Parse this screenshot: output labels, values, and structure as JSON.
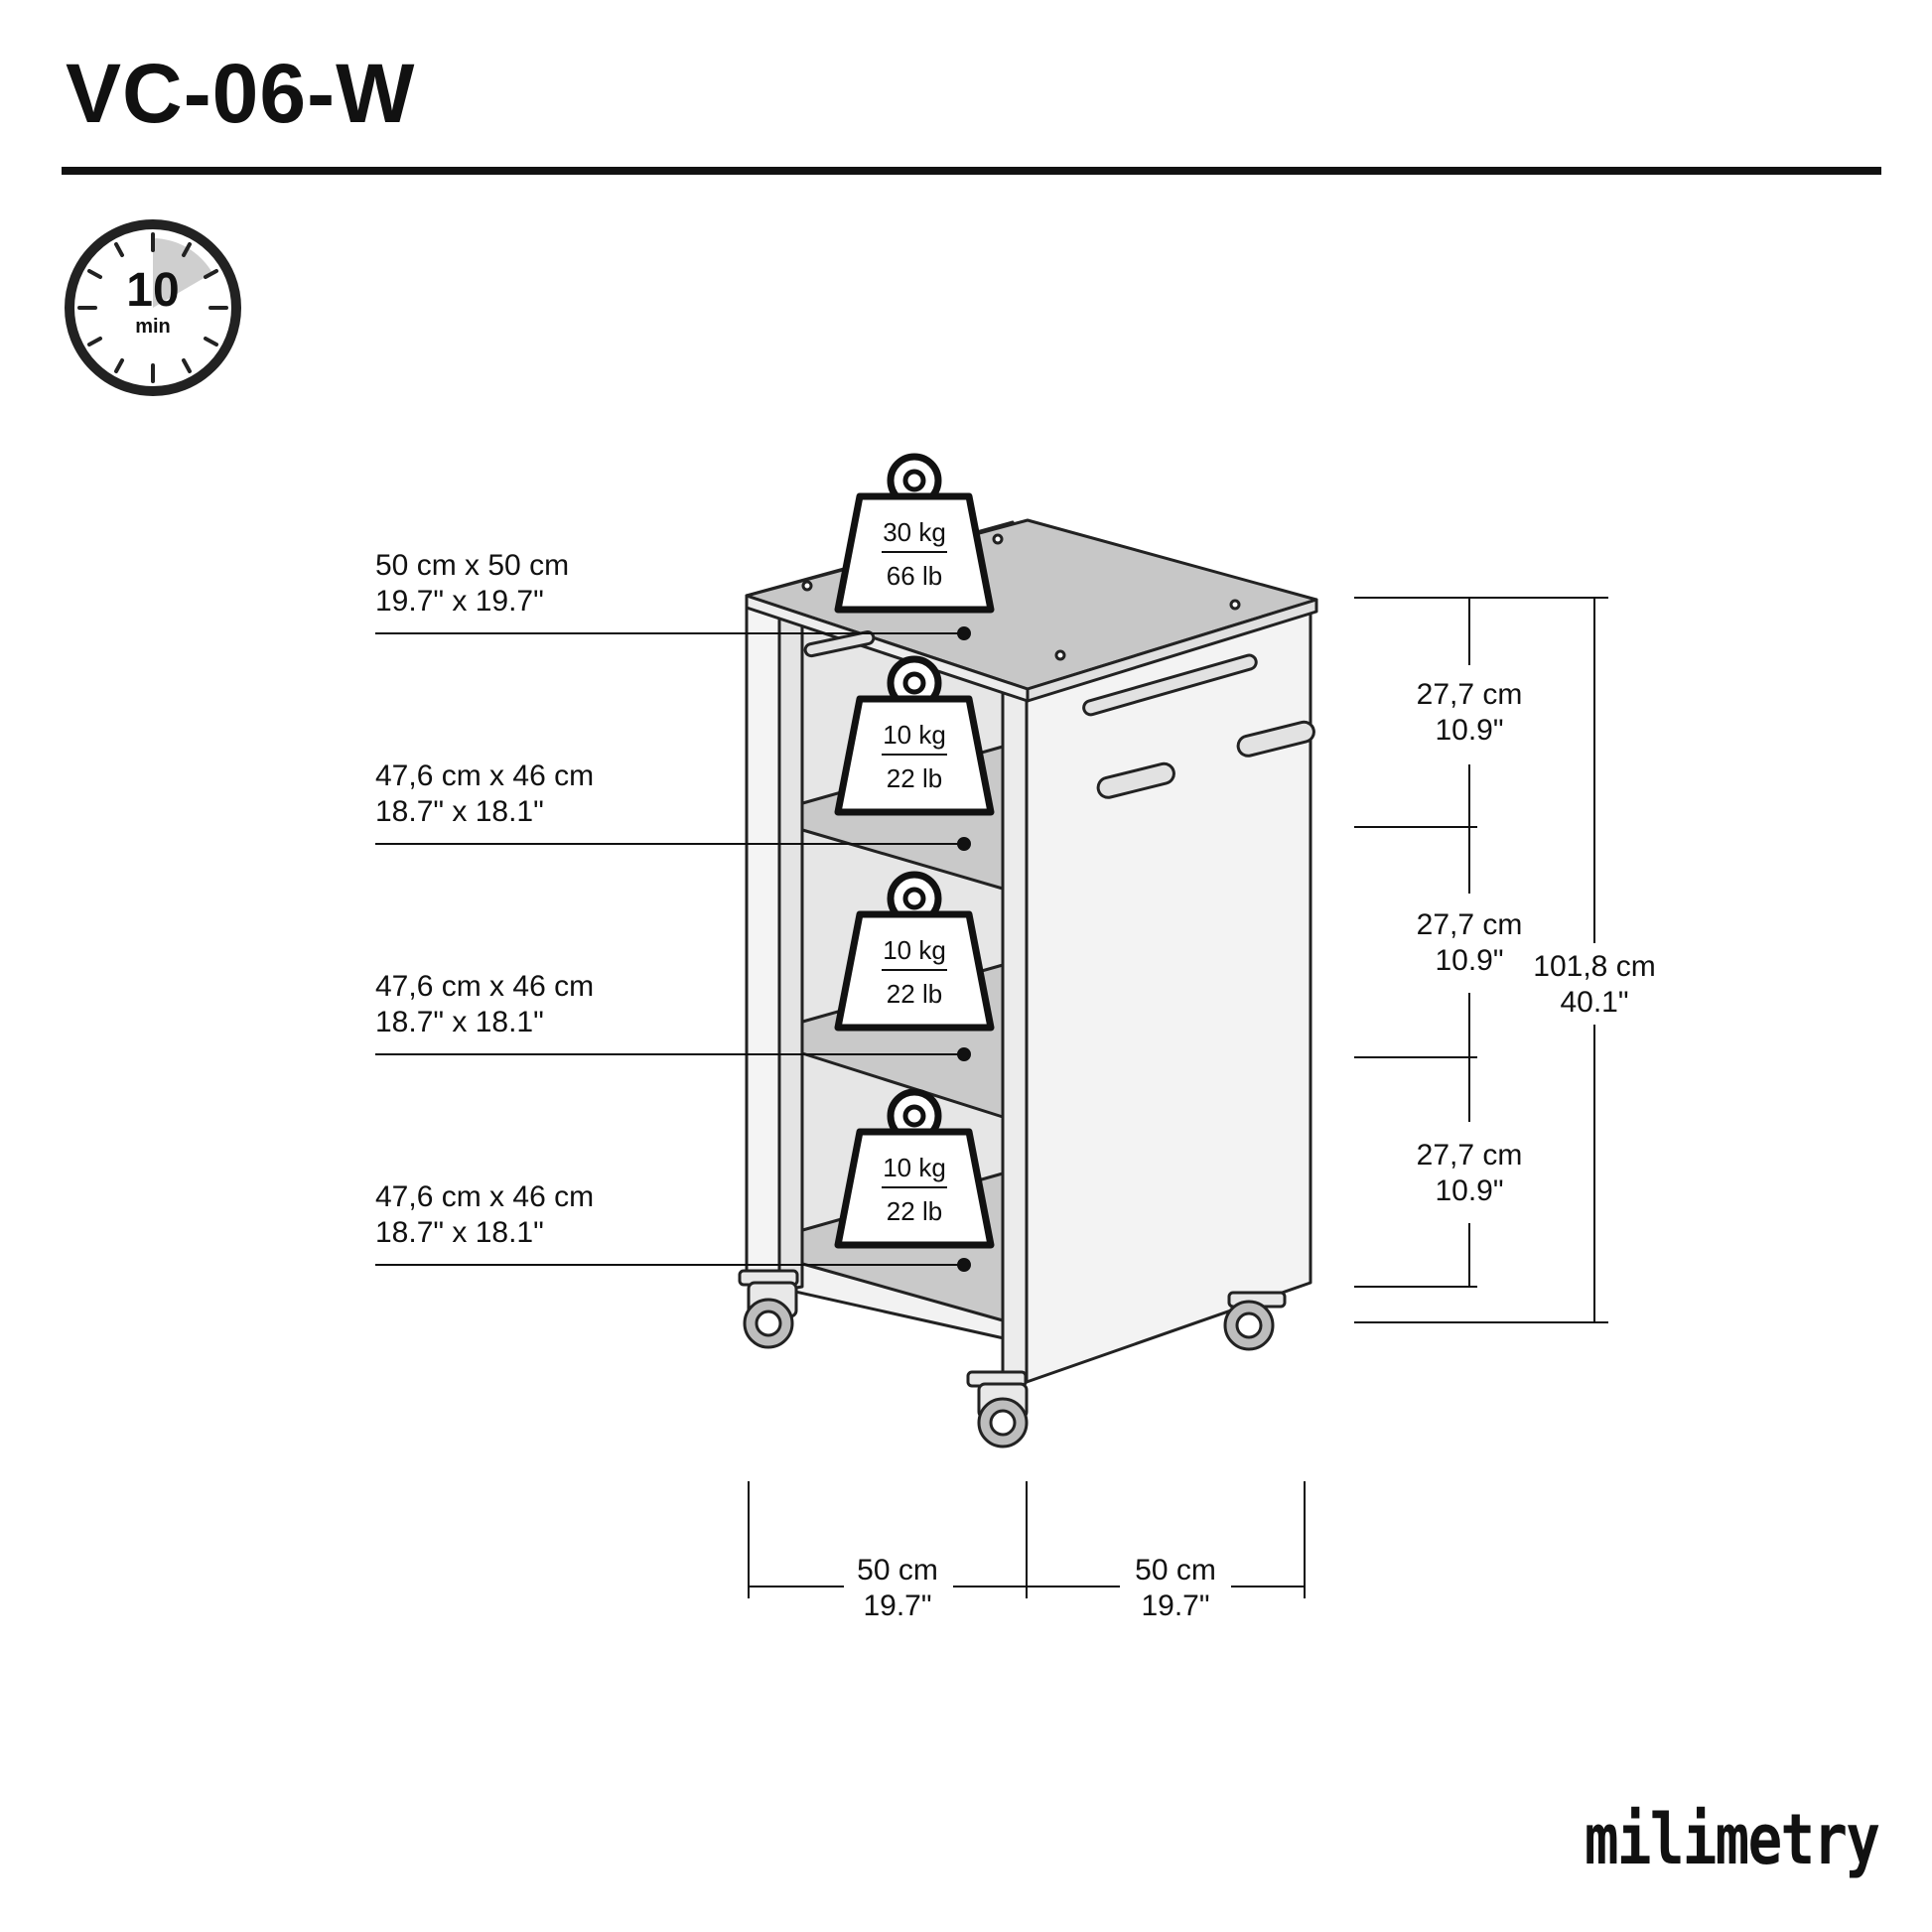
{
  "header": {
    "title": "VC-06-W"
  },
  "timer": {
    "value": "10",
    "unit": "min"
  },
  "weights": [
    {
      "kg": "30 kg",
      "lb": "66 lb"
    },
    {
      "kg": "10 kg",
      "lb": "22 lb"
    },
    {
      "kg": "10 kg",
      "lb": "22 lb"
    },
    {
      "kg": "10 kg",
      "lb": "22 lb"
    }
  ],
  "surfaces": [
    {
      "metric": "50 cm x 50 cm",
      "imperial": "19.7\" x 19.7\""
    },
    {
      "metric": "47,6 cm x 46 cm",
      "imperial": "18.7\" x 18.1\""
    },
    {
      "metric": "47,6 cm x 46 cm",
      "imperial": "18.7\" x 18.1\""
    },
    {
      "metric": "47,6 cm x 46 cm",
      "imperial": "18.7\" x 18.1\""
    }
  ],
  "heights": [
    {
      "metric": "27,7 cm",
      "imperial": "10.9\""
    },
    {
      "metric": "27,7 cm",
      "imperial": "10.9\""
    },
    {
      "metric": "27,7 cm",
      "imperial": "10.9\""
    }
  ],
  "total_height": {
    "metric": "101,8 cm",
    "imperial": "40.1\""
  },
  "widths": [
    {
      "metric": "50 cm",
      "imperial": "19.7\""
    },
    {
      "metric": "50 cm",
      "imperial": "19.7\""
    }
  ],
  "brand": {
    "name": "milimetry"
  }
}
